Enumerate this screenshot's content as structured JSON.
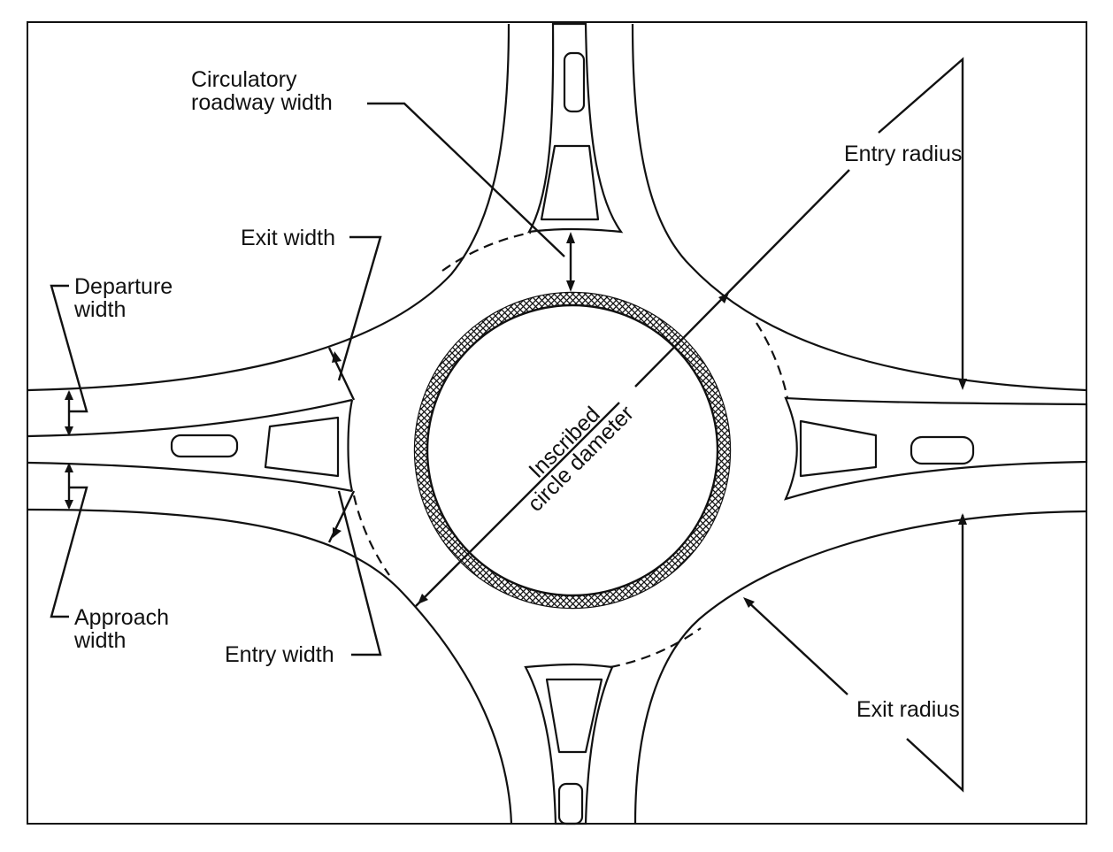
{
  "labels": {
    "circulatory_line1": "Circulatory",
    "circulatory_line2": "roadway width",
    "entry_radius": "Entry radius",
    "exit_width": "Exit width",
    "departure_line1": "Departure",
    "departure_line2": "width",
    "approach_line1": "Approach",
    "approach_line2": "width",
    "entry_width": "Entry width",
    "exit_radius": "Exit radius",
    "inscribed_line1": "Inscribed",
    "inscribed_line2": "circle dameter"
  }
}
